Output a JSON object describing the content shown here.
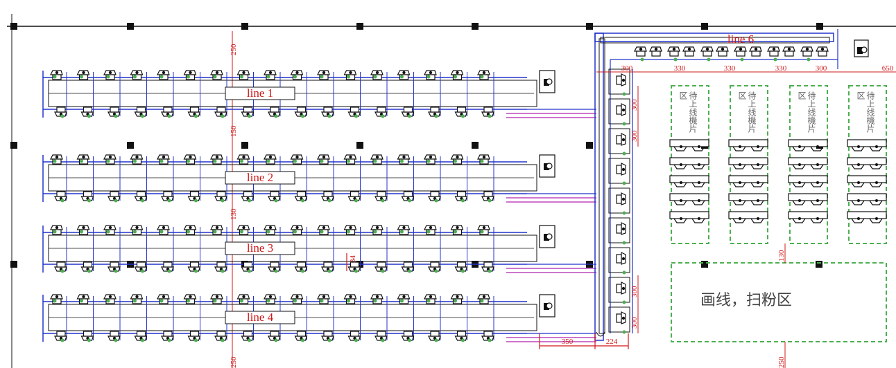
{
  "lines": [
    {
      "label": "line 1"
    },
    {
      "label": "line 2"
    },
    {
      "label": "line 3"
    },
    {
      "label": "line 4"
    }
  ],
  "line6": {
    "label": "line 6"
  },
  "dimensions": {
    "top_250": "250",
    "gap_150": "150",
    "gap_130": "130",
    "gap_34": "34",
    "bottom_250": "250",
    "l6_a": "300",
    "l6_b": "330",
    "l6_c": "330",
    "l6_d": "330",
    "l6_e": "300",
    "l6_right": "650",
    "vert_300_a": "300",
    "vert_300_b": "300",
    "vert_300_c": "300",
    "vert_300_d": "300",
    "bottom_350": "350",
    "bottom_224": "224",
    "zone_130": "130",
    "zone_250": "250"
  },
  "staging_zones": [
    {
      "label": "待上线機片区"
    },
    {
      "label": "待上线機片区"
    },
    {
      "label": "待上线機片区"
    },
    {
      "label": "待上线機片区"
    }
  ],
  "marking_zone": {
    "label": "画线，扫粉区"
  },
  "colors": {
    "blue": "#2233cc",
    "red": "#d01818",
    "magenta": "#b020b0",
    "green_dash": "#4caf50",
    "black": "#111111"
  }
}
